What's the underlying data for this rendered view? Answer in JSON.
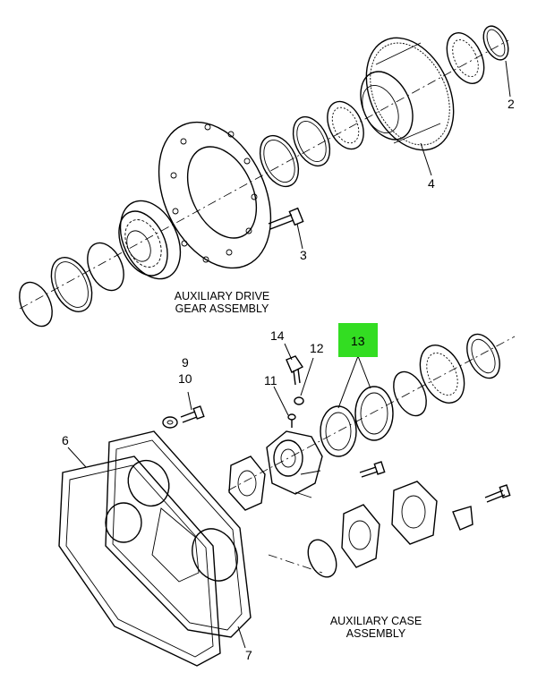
{
  "labels": {
    "p2": "2",
    "p3": "3",
    "p4": "4",
    "p6": "6",
    "p7": "7",
    "p9": "9",
    "p10": "10",
    "p11": "11",
    "p12": "12",
    "p13": "13",
    "p14": "14"
  },
  "captions": {
    "aux_drive_line1": "AUXILIARY DRIVE",
    "aux_drive_line2": "GEAR ASSEMBLY",
    "aux_case_line1": "AUXILIARY CASE",
    "aux_case_line2": "ASSEMBLY"
  },
  "colors": {
    "highlight": "#33dd22",
    "ink": "#000000"
  }
}
